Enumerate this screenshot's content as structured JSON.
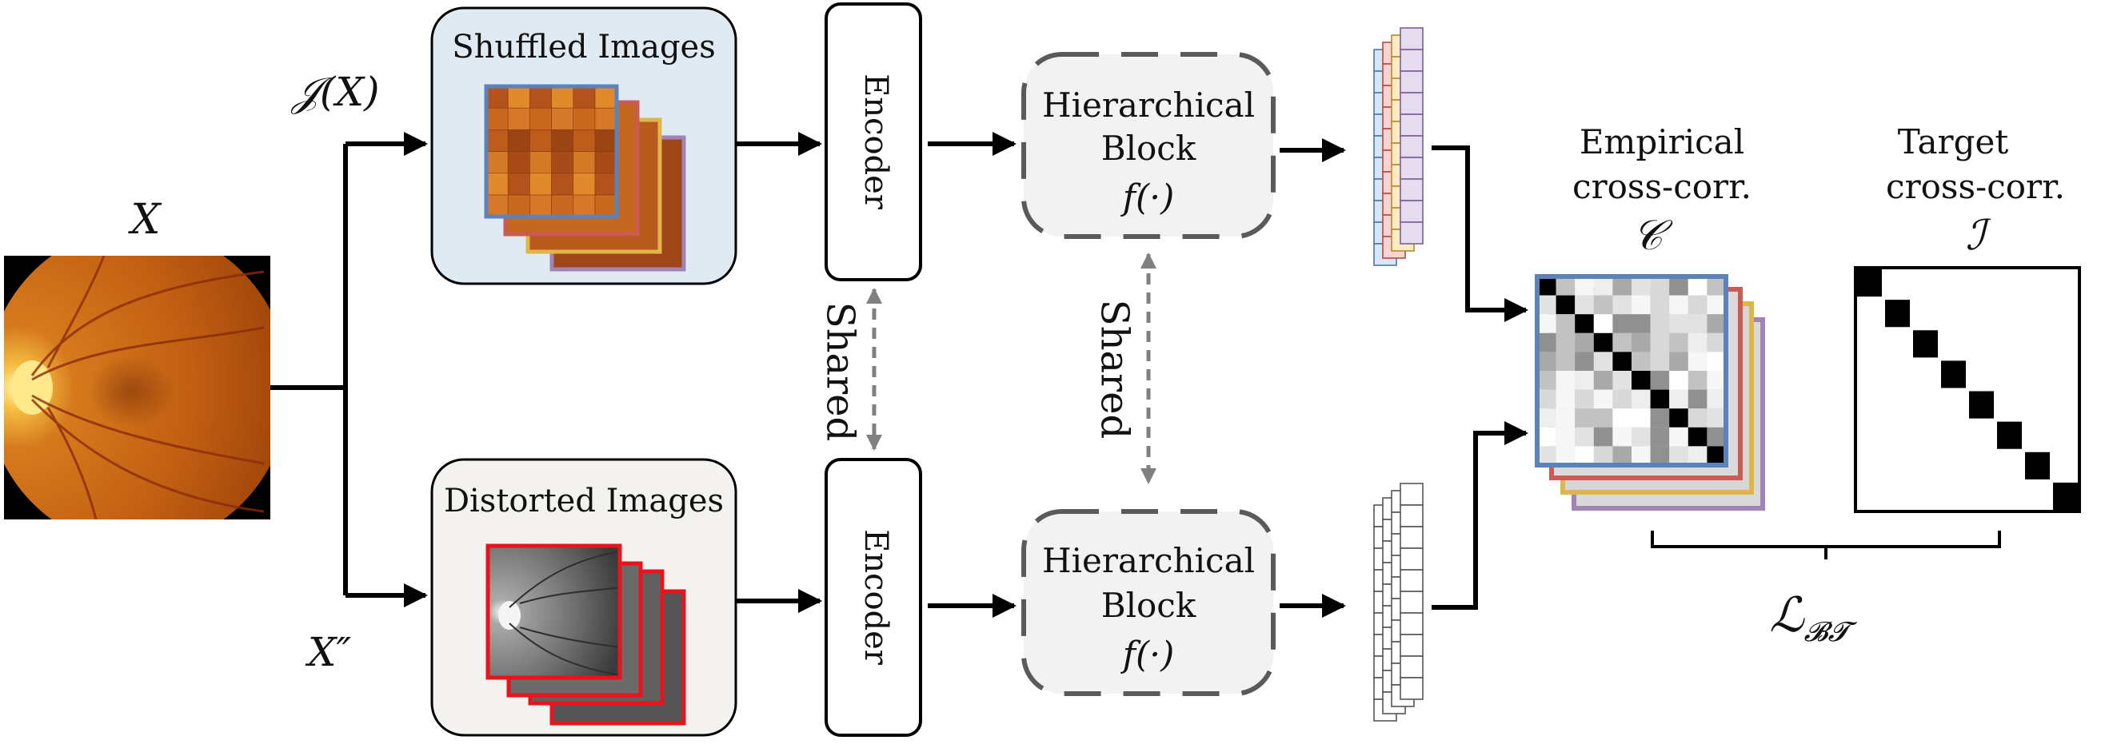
{
  "input": {
    "label": "X"
  },
  "branch_top": {
    "transform_label": "𝒥(X)",
    "box_title": "Shuffled Images"
  },
  "branch_bottom": {
    "transform_label": "X″",
    "box_title": "Distorted Images"
  },
  "encoder": {
    "top_label": "Encoder",
    "bottom_label": "Encoder"
  },
  "shared": {
    "left_label": "Shared",
    "right_label": "Shared"
  },
  "hier_block": {
    "line1": "Hierarchical",
    "line2": "Block",
    "func": "f(·)"
  },
  "empirical": {
    "line1": "Empirical",
    "line2": "cross-corr.",
    "symbol": "𝒞"
  },
  "target": {
    "line1": "Target",
    "line2": "cross-corr.",
    "symbol": "ℐ"
  },
  "loss": {
    "symbol": "ℒ",
    "subscript": "𝓑𝓣"
  },
  "colors": {
    "shuffled_bg": "#dfeaf2",
    "distorted_bg": "#f4f2ef",
    "hier_bg": "#f2f2f2",
    "frame_blue": "#5b82bb",
    "frame_red": "#cc5a55",
    "frame_gold": "#e0b64a",
    "frame_purple": "#a283b8",
    "distort_red": "#e8131b",
    "embed_blue": "#d8e6f7",
    "embed_pink": "#f7d3d3",
    "embed_yellow": "#fbebc4",
    "embed_purple": "#e6dcf0",
    "arrow": "#000000",
    "shared_arrow": "#808080"
  }
}
